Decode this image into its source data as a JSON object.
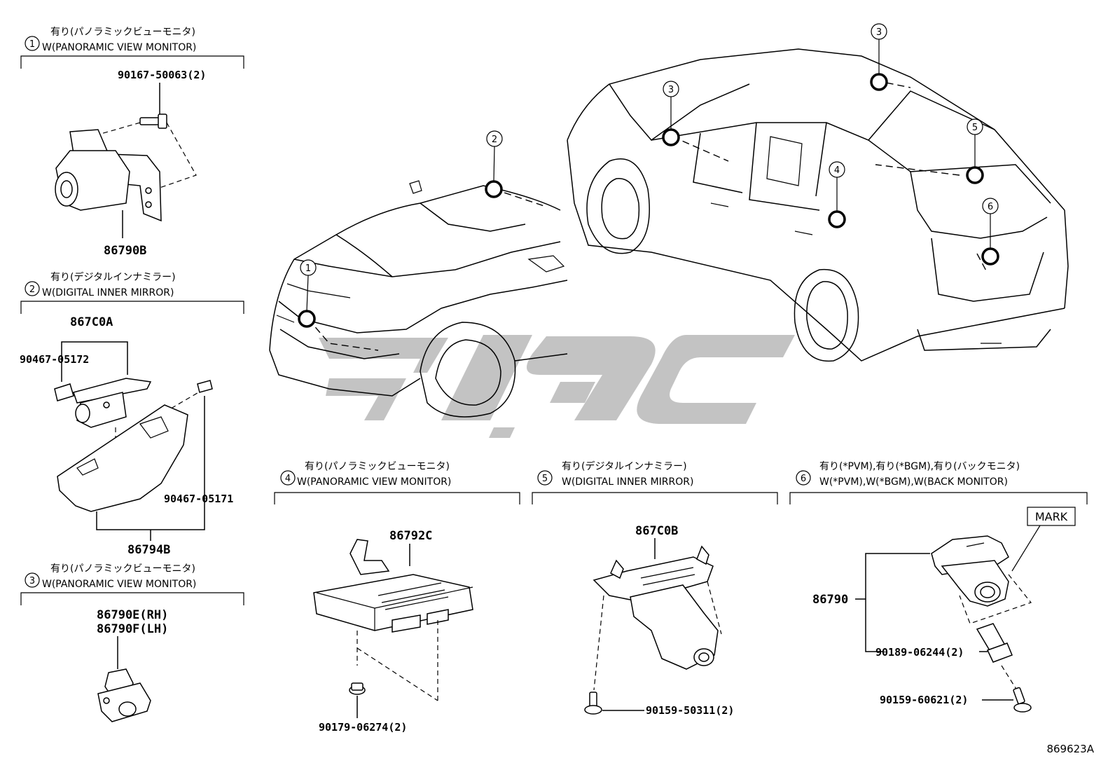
{
  "sections": [
    {
      "num": "1",
      "jp": "有り(パノラミックビューモニタ)",
      "en": "W(PANORAMIC VIEW MONITOR)"
    },
    {
      "num": "2",
      "jp": "有り(デジタルインナミラー)",
      "en": "W(DIGITAL INNER MIRROR)"
    },
    {
      "num": "3",
      "jp": "有り(パノラミックビューモニタ)",
      "en": "W(PANORAMIC VIEW MONITOR)"
    },
    {
      "num": "4",
      "jp": "有り(パノラミックビューモニタ)",
      "en": "W(PANORAMIC VIEW MONITOR)"
    },
    {
      "num": "5",
      "jp": "有り(デジタルインナミラー)",
      "en": "W(DIGITAL INNER MIRROR)"
    },
    {
      "num": "6",
      "jp": "有り(*PVM),有り(*BGM),有り(バックモニタ)",
      "en": "W(*PVM),W(*BGM),W(BACK MONITOR)"
    }
  ],
  "parts": {
    "p1_screw": "90167-50063(2)",
    "p1_camera": "86790B",
    "p2_camera": "867C0A",
    "p2_clip_a": "90467-05172",
    "p2_clip_b": "90467-05171",
    "p2_cover": "86794B",
    "p3_rh": "86790E(RH)",
    "p3_lh": "86790F(LH)",
    "p4_ecu": "86792C",
    "p4_nut": "90179-06274(2)",
    "p5_camera": "867C0B",
    "p5_screw": "90159-50311(2)",
    "p6_camera": "86790",
    "p6_clip": "90189-06244(2)",
    "p6_screw": "90159-60621(2)",
    "p6_mark": "MARK"
  },
  "vehicle_markers": [
    "1",
    "2",
    "3",
    "3",
    "4",
    "5",
    "6"
  ],
  "diagram_code": "869623A",
  "colors": {
    "line": "#000000",
    "watermark": "#b9b9b9",
    "background": "#ffffff"
  }
}
